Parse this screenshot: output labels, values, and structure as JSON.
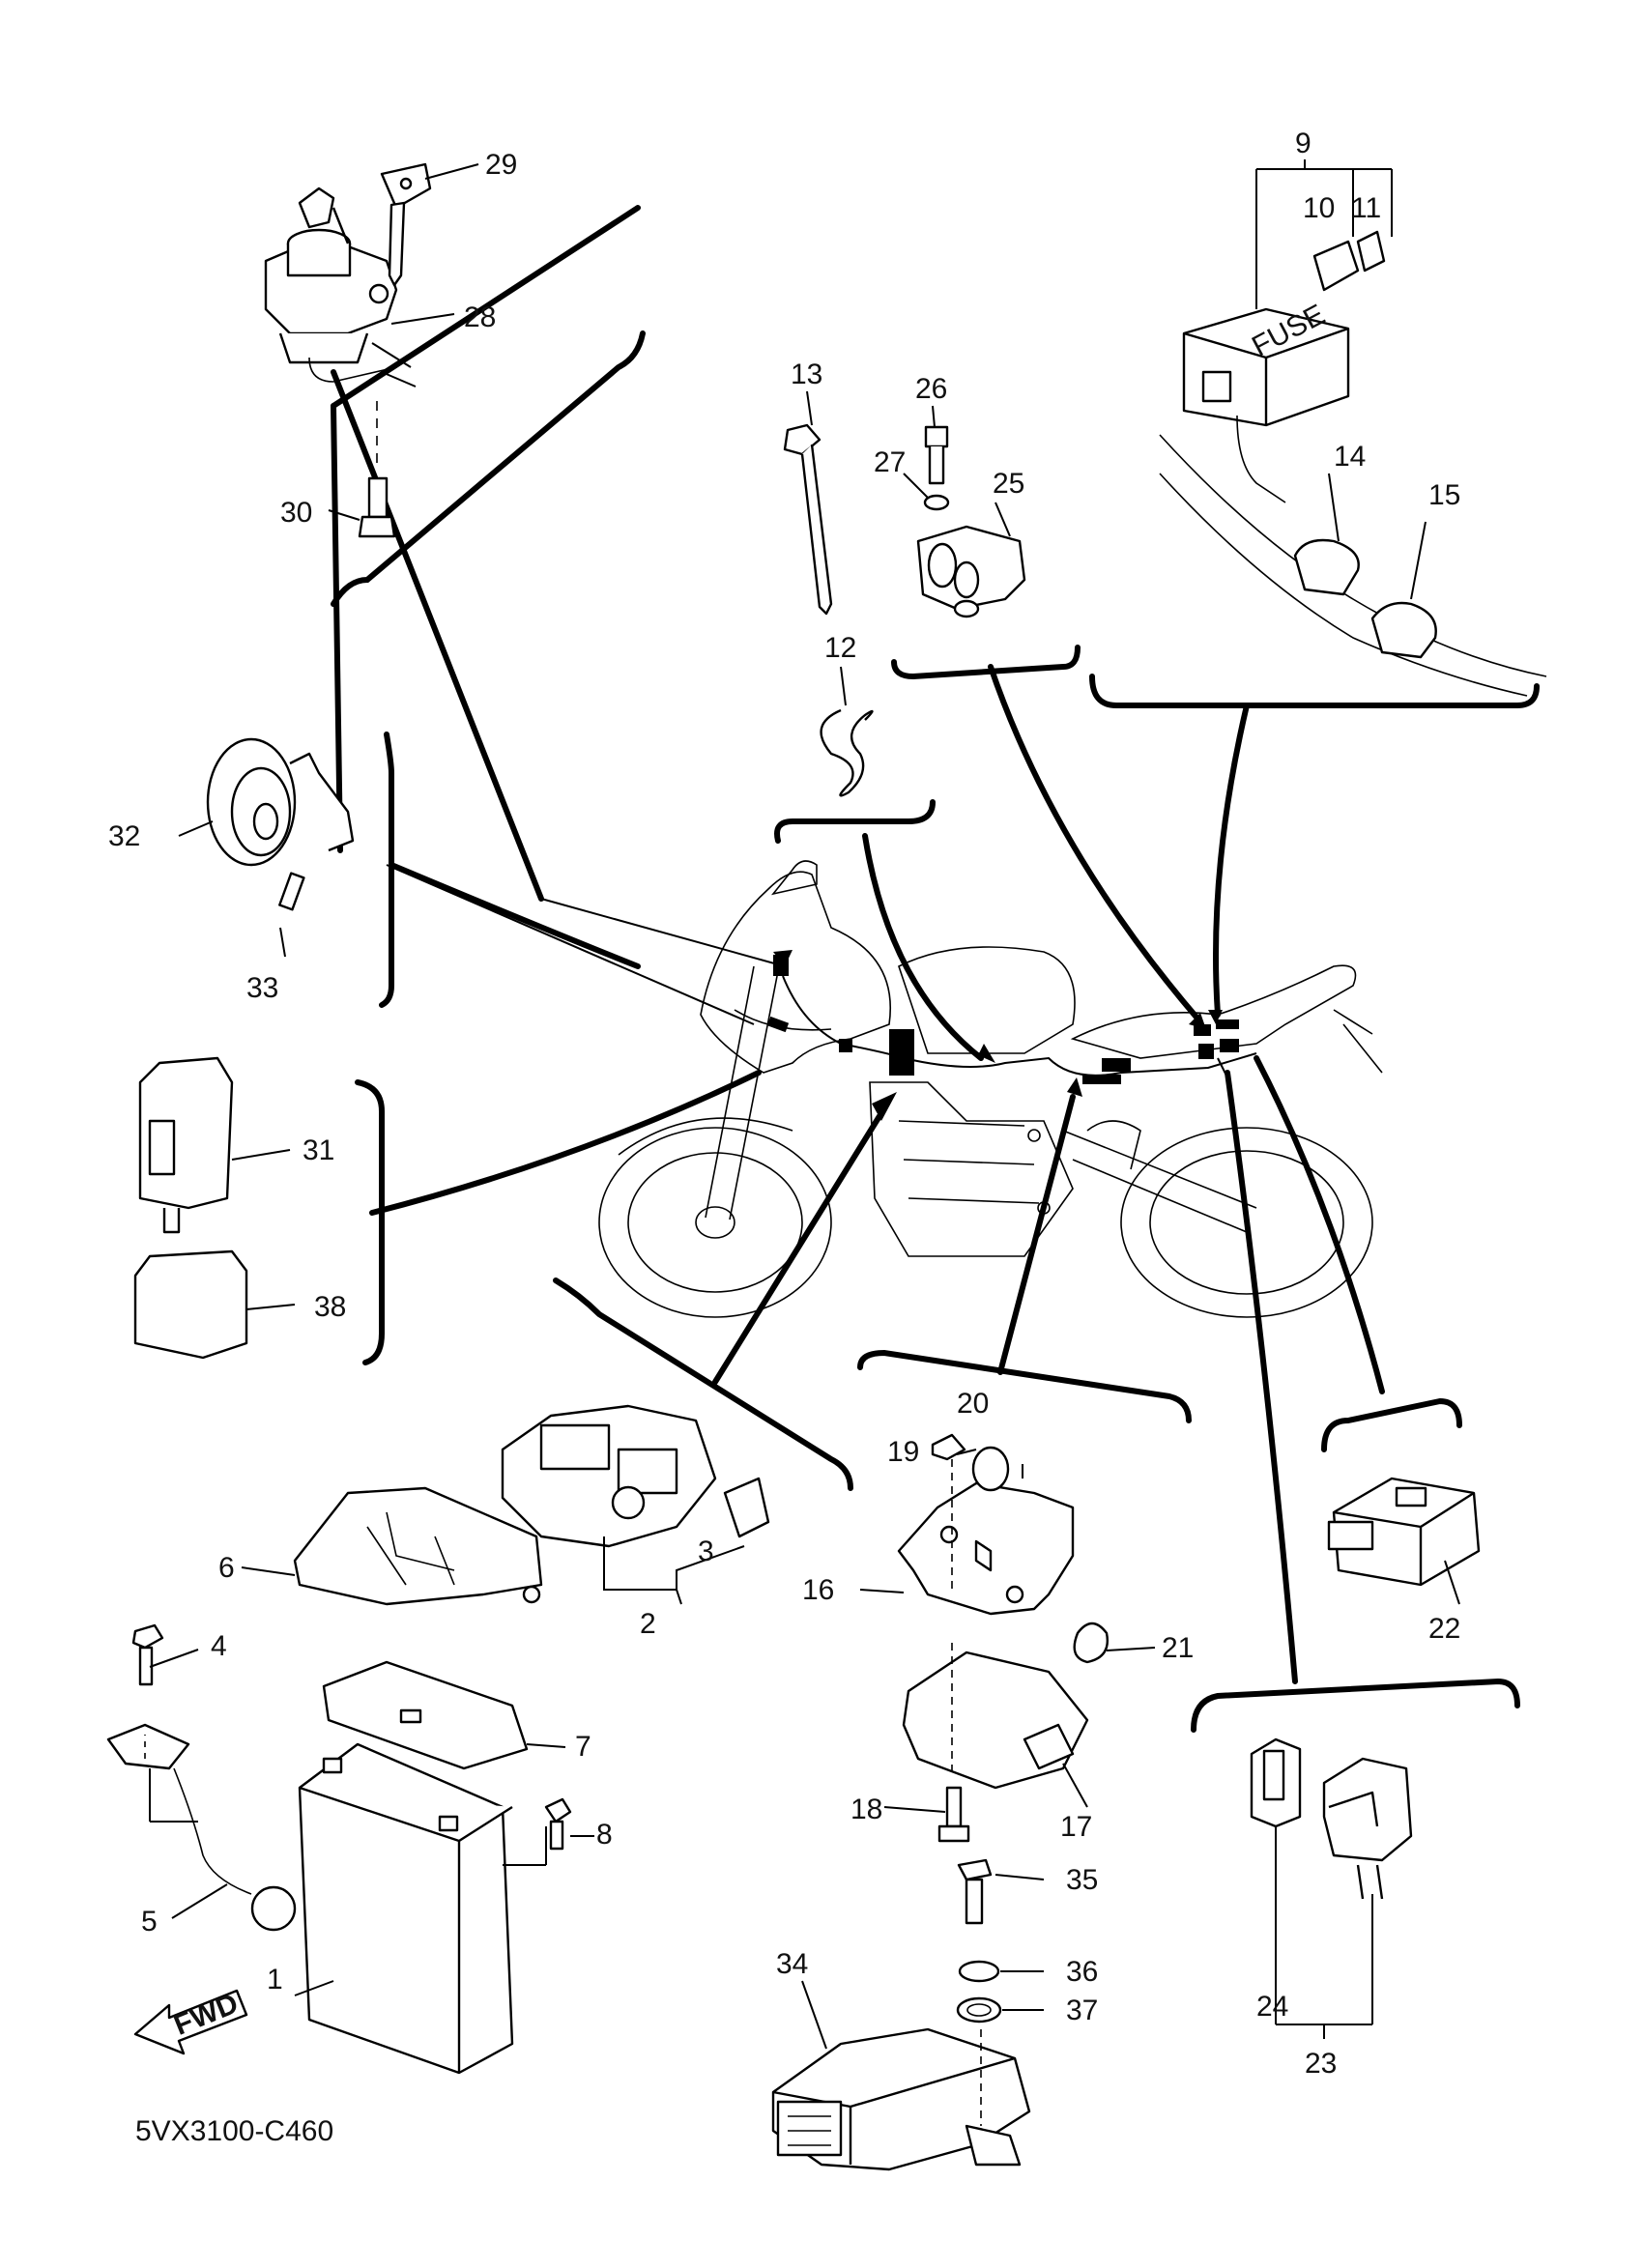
{
  "diagram": {
    "code": "5VX3100-C460",
    "fwd_label": "FWD",
    "fuse_label": "FUSE",
    "callouts": [
      {
        "id": "1",
        "label": "1"
      },
      {
        "id": "2",
        "label": "2"
      },
      {
        "id": "3",
        "label": "3"
      },
      {
        "id": "4",
        "label": "4"
      },
      {
        "id": "5",
        "label": "5"
      },
      {
        "id": "6",
        "label": "6"
      },
      {
        "id": "7",
        "label": "7"
      },
      {
        "id": "8",
        "label": "8"
      },
      {
        "id": "9",
        "label": "9"
      },
      {
        "id": "10",
        "label": "10"
      },
      {
        "id": "11",
        "label": "11"
      },
      {
        "id": "12",
        "label": "12"
      },
      {
        "id": "13",
        "label": "13"
      },
      {
        "id": "14",
        "label": "14"
      },
      {
        "id": "15",
        "label": "15"
      },
      {
        "id": "16",
        "label": "16"
      },
      {
        "id": "17",
        "label": "17"
      },
      {
        "id": "18",
        "label": "18"
      },
      {
        "id": "19",
        "label": "19"
      },
      {
        "id": "20",
        "label": "20"
      },
      {
        "id": "21",
        "label": "21"
      },
      {
        "id": "22",
        "label": "22"
      },
      {
        "id": "23",
        "label": "23"
      },
      {
        "id": "24",
        "label": "24"
      },
      {
        "id": "25",
        "label": "25"
      },
      {
        "id": "26",
        "label": "26"
      },
      {
        "id": "27",
        "label": "27"
      },
      {
        "id": "28",
        "label": "28"
      },
      {
        "id": "29",
        "label": "29"
      },
      {
        "id": "30",
        "label": "30"
      },
      {
        "id": "31",
        "label": "31"
      },
      {
        "id": "32",
        "label": "32"
      },
      {
        "id": "33",
        "label": "33"
      },
      {
        "id": "34",
        "label": "34"
      },
      {
        "id": "35",
        "label": "35"
      },
      {
        "id": "36",
        "label": "36"
      },
      {
        "id": "37",
        "label": "37"
      },
      {
        "id": "38",
        "label": "38"
      }
    ]
  }
}
